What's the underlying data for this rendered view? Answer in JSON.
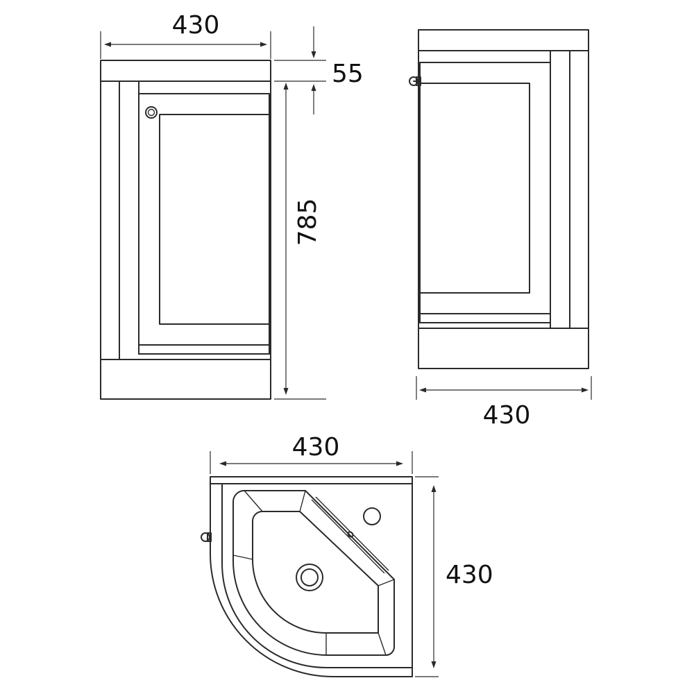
{
  "drawing": {
    "views": {
      "front": {
        "width_label": "430",
        "top_thickness_label": "55",
        "height_label": "785"
      },
      "side": {
        "depth_label": "430"
      },
      "top": {
        "width_label": "430",
        "depth_label": "430"
      }
    },
    "line_color": "#2a2a2a",
    "background": "#ffffff"
  }
}
